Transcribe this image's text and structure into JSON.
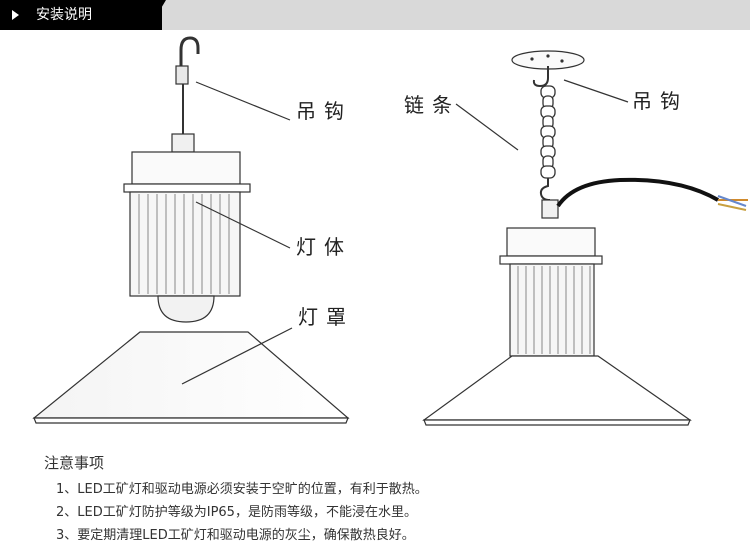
{
  "header": {
    "title": "安装说明"
  },
  "labels": {
    "left_hook": "吊钩",
    "left_body": "灯体",
    "left_shade": "灯罩",
    "right_chain": "链条",
    "right_hook": "吊钩"
  },
  "notes": {
    "title": "注意事项",
    "items": [
      "1、LED工矿灯和驱动电源必须安装于空旷的位置，有利于散热。",
      "2、LED工矿灯防护等级为IP65，是防雨等级，不能浸在水里。",
      "3、要定期清理LED工矿灯和驱动电源的灰尘，确保散热良好。"
    ]
  },
  "colors": {
    "header_dark": "#000000",
    "header_light": "#d9d9d9",
    "wire_orange": "#d08a2c",
    "wire_gold": "#c8a040",
    "wire_blue": "#6688cc"
  }
}
